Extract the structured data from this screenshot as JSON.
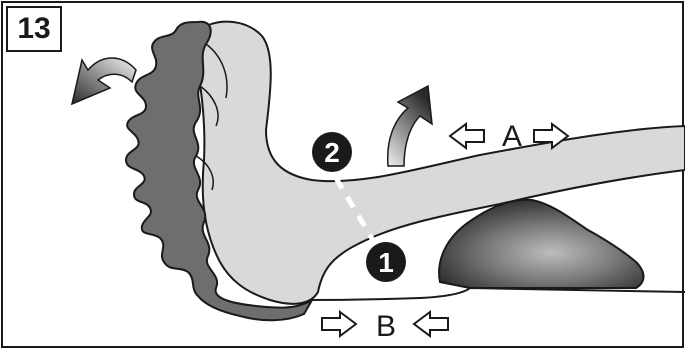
{
  "step_number": "13",
  "labels": {
    "a": "A",
    "b": "B"
  },
  "markers": {
    "one": "1",
    "two": "2"
  },
  "colors": {
    "frame": "#1a1a1a",
    "light_part": "#d9d9d9",
    "dark_part": "#6e6e6e",
    "marker_fill": "#1a1a1a"
  }
}
